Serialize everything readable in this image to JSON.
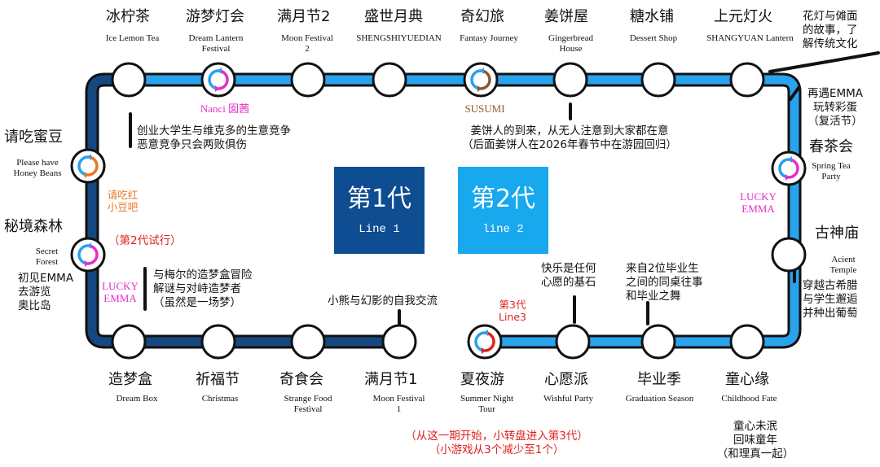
{
  "generations": {
    "gen1": {
      "title": "第1代",
      "subtitle": "Line 1",
      "color": "#0f4d92"
    },
    "gen2": {
      "title": "第2代",
      "subtitle": "line 2",
      "color": "#17a8ee"
    }
  },
  "colors": {
    "line_dark": "#15487f",
    "line_light": "#2aa3ee",
    "line_outline": "#111111",
    "station_fill": "#ffffff",
    "ring_pink": "#e62ec8",
    "ring_blue": "#2a9ff0",
    "ring_orange": "#e87722",
    "ring_brown": "#8b5a2b",
    "ring_red": "#e02020"
  },
  "stations": [
    {
      "id": "ice-lemon-tea",
      "cn": "冰柠茶",
      "en": "Ice Lemon Tea",
      "ring": null
    },
    {
      "id": "dream-lantern",
      "cn": "游梦灯会",
      "en": "Dream Lantern\nFestival",
      "ring": "pink-blue"
    },
    {
      "id": "moon-festival-2",
      "cn": "满月节2",
      "en": "Moon Festival\n2",
      "ring": null
    },
    {
      "id": "shengshiyuedian",
      "cn": "盛世月典",
      "en": "SHENGSHIYUEDIAN",
      "ring": null
    },
    {
      "id": "fantasy-journey",
      "cn": "奇幻旅",
      "en": "Fantasy Journey",
      "ring": "brown-blue"
    },
    {
      "id": "gingerbread-house",
      "cn": "姜饼屋",
      "en": "Gingerbread\nHouse",
      "ring": null
    },
    {
      "id": "dessert-shop",
      "cn": "糖水铺",
      "en": "Dessert Shop",
      "ring": null
    },
    {
      "id": "shangyuan-lantern",
      "cn": "上元灯火",
      "en": "SHANGYUAN Lantern",
      "ring": null
    },
    {
      "id": "spring-tea-party",
      "cn": "春茶会",
      "en": "Spring Tea\nParty",
      "ring": "pink-blue"
    },
    {
      "id": "acient-temple",
      "cn": "古神庙",
      "en": "Acient\nTemple",
      "ring": null
    },
    {
      "id": "childhood-fate",
      "cn": "童心缘",
      "en": "Childhood Fate",
      "ring": null
    },
    {
      "id": "graduation-season",
      "cn": "毕业季",
      "en": "Graduation Season",
      "ring": null
    },
    {
      "id": "wishful-party",
      "cn": "心愿派",
      "en": "Wishful Party",
      "ring": null
    },
    {
      "id": "summer-night-tour",
      "cn": "夏夜游",
      "en": "Summer Night\nTour",
      "ring": "red-blue"
    },
    {
      "id": "moon-festival-1",
      "cn": "满月节1",
      "en": "Moon Festival\n1",
      "ring": null
    },
    {
      "id": "strange-food",
      "cn": "奇食会",
      "en": "Strange Food\nFestival",
      "ring": null
    },
    {
      "id": "christmas",
      "cn": "祈福节",
      "en": "Christmas",
      "ring": null
    },
    {
      "id": "dream-box",
      "cn": "造梦盒",
      "en": "Dream Box",
      "ring": null
    },
    {
      "id": "secret-forest",
      "cn": "秘境森林",
      "en": "Secret\nForest",
      "ring": "pink-blue"
    },
    {
      "id": "honey-beans",
      "cn": "请吃蜜豆",
      "en": "Please have\nHoney Beans",
      "ring": "orange-blue"
    }
  ],
  "tags": {
    "nanci": {
      "text": "Nanci 囡茜",
      "color": "#e62ec8"
    },
    "susumi": {
      "text": "SUSUMI",
      "color": "#8b5a2b"
    },
    "lucky_emma_right": {
      "text": "LUCKY\nEMMA",
      "color": "#e62ec8"
    },
    "lucky_emma_left": {
      "text": "LUCKY\nEMMA",
      "color": "#e62ec8"
    },
    "red_beans": {
      "text": "请吃红\n小豆吧",
      "color": "#e87722"
    },
    "gen3": {
      "text": "第3代\nLine3",
      "color": "#e02020"
    }
  },
  "notes": {
    "business": "创业大学生与维克多的生意竞争\n恶意竞争只会两败俱伤",
    "gingerbread": "姜饼人的到来，从无人注意到大家都在意\n（后面姜饼人在2026年春节中在游园回归）",
    "lantern_story": "花灯与傩面\n的故事，了\n解传统文化",
    "emma_again": "再遇EMMA\n玩转彩蛋\n（复活节）",
    "greek": "穿越古希腊\n与学生邂逅\n并种出葡萄",
    "dream_box": "与梅尔的造梦盒冒险\n解谜与对峙造梦者\n（虽然是一场梦）",
    "bear_shadow": "小熊与幻影的自我交流",
    "wish": "快乐是任何\n心愿的基石",
    "graduates": "来自2位毕业生\n之间的同桌往事\n和毕业之舞",
    "childhood": "童心未泯\n回味童年\n（和理真一起）",
    "emma_olympus": "初见EMMA\n去游览\n奥比岛",
    "gen2_trial": "（第2代试行）",
    "gen3_start": "（从这一期开始，小转盘进入第3代）\n（小游戏从3个减少至1个）"
  }
}
